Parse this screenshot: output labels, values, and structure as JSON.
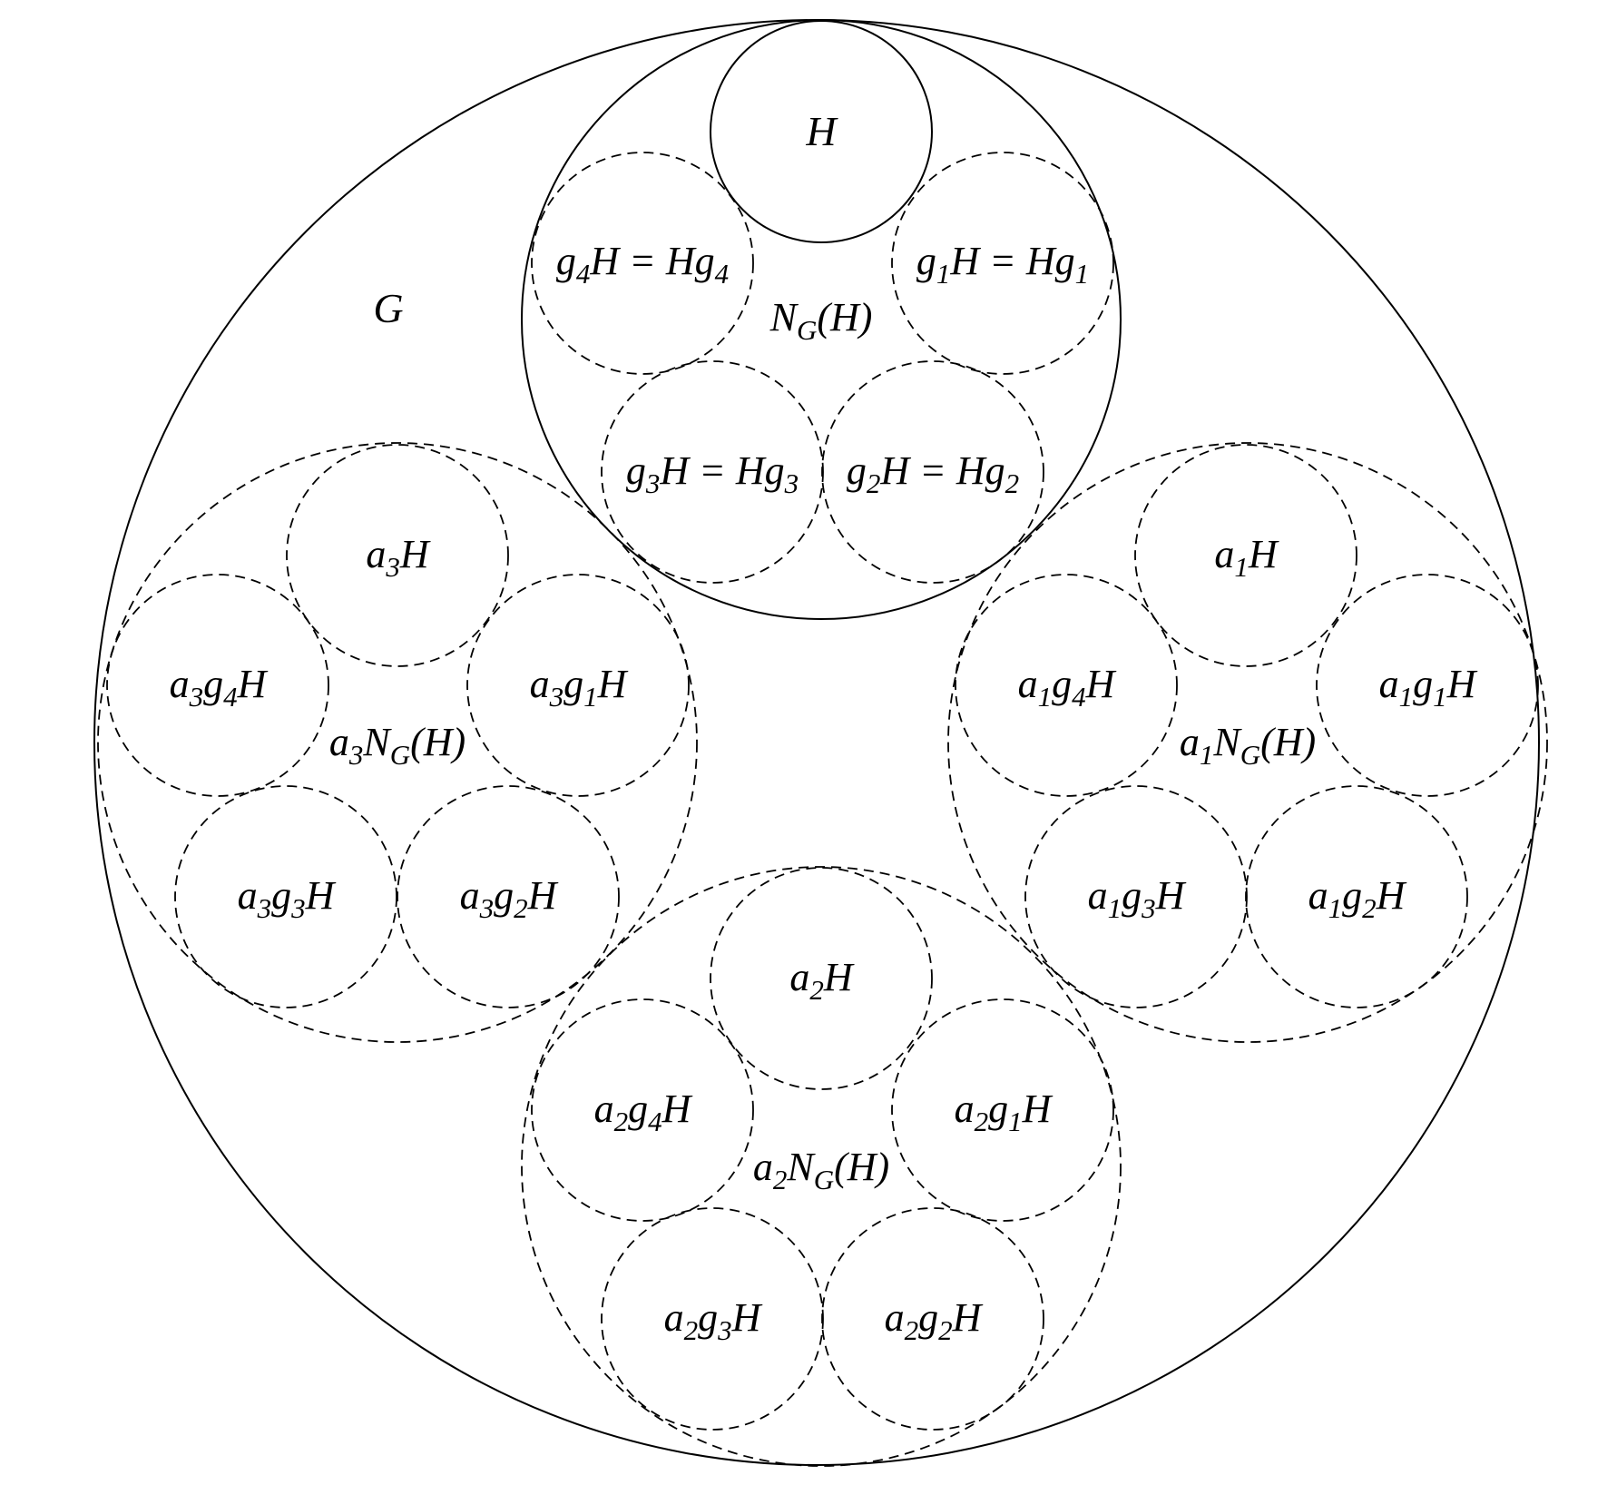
{
  "colors": {
    "normalizer_fill": "#e6e6e6",
    "subgroup_fill": "#c9c9c9",
    "stroke": "#000000"
  },
  "labels": {
    "G": [
      {
        "t": "G"
      }
    ],
    "H": [
      {
        "t": "H"
      }
    ],
    "NG": [
      {
        "t": "N"
      },
      {
        "t": "G",
        "sub": true
      },
      {
        "t": "(H)"
      }
    ],
    "g1H": [
      {
        "t": "g"
      },
      {
        "t": "1",
        "sub": true
      },
      {
        "t": "H = Hg"
      },
      {
        "t": "1",
        "sub": true
      }
    ],
    "g2H": [
      {
        "t": "g"
      },
      {
        "t": "2",
        "sub": true
      },
      {
        "t": "H = Hg"
      },
      {
        "t": "2",
        "sub": true
      }
    ],
    "g3H": [
      {
        "t": "g"
      },
      {
        "t": "3",
        "sub": true
      },
      {
        "t": "H = Hg"
      },
      {
        "t": "3",
        "sub": true
      }
    ],
    "g4H": [
      {
        "t": "g"
      },
      {
        "t": "4",
        "sub": true
      },
      {
        "t": "H = Hg"
      },
      {
        "t": "4",
        "sub": true
      }
    ],
    "a1H": [
      {
        "t": "a"
      },
      {
        "t": "1",
        "sub": true
      },
      {
        "t": "H"
      }
    ],
    "a1g1H": [
      {
        "t": "a"
      },
      {
        "t": "1",
        "sub": true
      },
      {
        "t": "g"
      },
      {
        "t": "1",
        "sub": true
      },
      {
        "t": "H"
      }
    ],
    "a1g2H": [
      {
        "t": "a"
      },
      {
        "t": "1",
        "sub": true
      },
      {
        "t": "g"
      },
      {
        "t": "2",
        "sub": true
      },
      {
        "t": "H"
      }
    ],
    "a1g3H": [
      {
        "t": "a"
      },
      {
        "t": "1",
        "sub": true
      },
      {
        "t": "g"
      },
      {
        "t": "3",
        "sub": true
      },
      {
        "t": "H"
      }
    ],
    "a1g4H": [
      {
        "t": "a"
      },
      {
        "t": "1",
        "sub": true
      },
      {
        "t": "g"
      },
      {
        "t": "4",
        "sub": true
      },
      {
        "t": "H"
      }
    ],
    "a1NG": [
      {
        "t": "a"
      },
      {
        "t": "1",
        "sub": true
      },
      {
        "t": "N"
      },
      {
        "t": "G",
        "sub": true
      },
      {
        "t": "(H)"
      }
    ],
    "a2H": [
      {
        "t": "a"
      },
      {
        "t": "2",
        "sub": true
      },
      {
        "t": "H"
      }
    ],
    "a2g1H": [
      {
        "t": "a"
      },
      {
        "t": "2",
        "sub": true
      },
      {
        "t": "g"
      },
      {
        "t": "1",
        "sub": true
      },
      {
        "t": "H"
      }
    ],
    "a2g2H": [
      {
        "t": "a"
      },
      {
        "t": "2",
        "sub": true
      },
      {
        "t": "g"
      },
      {
        "t": "2",
        "sub": true
      },
      {
        "t": "H"
      }
    ],
    "a2g3H": [
      {
        "t": "a"
      },
      {
        "t": "2",
        "sub": true
      },
      {
        "t": "g"
      },
      {
        "t": "3",
        "sub": true
      },
      {
        "t": "H"
      }
    ],
    "a2g4H": [
      {
        "t": "a"
      },
      {
        "t": "2",
        "sub": true
      },
      {
        "t": "g"
      },
      {
        "t": "4",
        "sub": true
      },
      {
        "t": "H"
      }
    ],
    "a2NG": [
      {
        "t": "a"
      },
      {
        "t": "2",
        "sub": true
      },
      {
        "t": "N"
      },
      {
        "t": "G",
        "sub": true
      },
      {
        "t": "(H)"
      }
    ],
    "a3H": [
      {
        "t": "a"
      },
      {
        "t": "3",
        "sub": true
      },
      {
        "t": "H"
      }
    ],
    "a3g1H": [
      {
        "t": "a"
      },
      {
        "t": "3",
        "sub": true
      },
      {
        "t": "g"
      },
      {
        "t": "1",
        "sub": true
      },
      {
        "t": "H"
      }
    ],
    "a3g2H": [
      {
        "t": "a"
      },
      {
        "t": "3",
        "sub": true
      },
      {
        "t": "g"
      },
      {
        "t": "2",
        "sub": true
      },
      {
        "t": "H"
      }
    ],
    "a3g3H": [
      {
        "t": "a"
      },
      {
        "t": "3",
        "sub": true
      },
      {
        "t": "g"
      },
      {
        "t": "3",
        "sub": true
      },
      {
        "t": "H"
      }
    ],
    "a3g4H": [
      {
        "t": "a"
      },
      {
        "t": "3",
        "sub": true
      },
      {
        "t": "g"
      },
      {
        "t": "4",
        "sub": true
      },
      {
        "t": "H"
      }
    ],
    "a3NG": [
      {
        "t": "a"
      },
      {
        "t": "3",
        "sub": true
      },
      {
        "t": "N"
      },
      {
        "t": "G",
        "sub": true
      },
      {
        "t": "(H)"
      }
    ]
  }
}
